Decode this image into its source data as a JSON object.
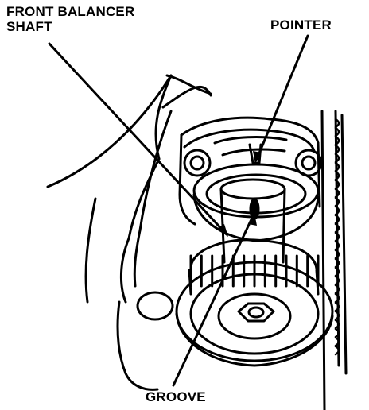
{
  "labels": {
    "front_balancer_shaft_line1": "FRONT BALANCER",
    "front_balancer_shaft_line2": "SHAFT",
    "pointer": "POINTER",
    "groove": "GROOVE"
  },
  "colors": {
    "ink": "#000000",
    "paper": "#ffffff"
  }
}
